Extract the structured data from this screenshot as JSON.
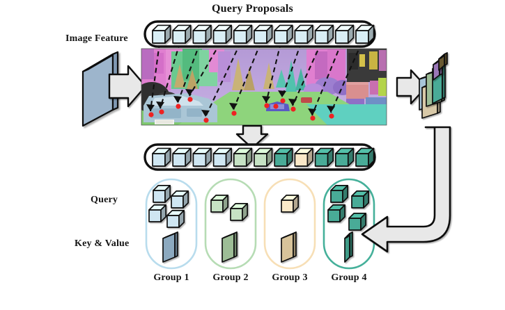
{
  "figure": {
    "title": "Query Proposals",
    "type": "architecture-diagram"
  },
  "labels": {
    "image_feature": "Image Feature",
    "query": "Query",
    "key_and_value": "Key & Value"
  },
  "groups": [
    {
      "label": "Group 1",
      "color": "#cfe6f2",
      "plate_color": "#8ca9bf",
      "outline": "#b8dced",
      "cube_count": 4
    },
    {
      "label": "Group 2",
      "color": "#c6e2c4",
      "plate_color": "#9dbd96",
      "outline": "#b6dcb4",
      "cube_count": 2
    },
    {
      "label": "Group 3",
      "color": "#fae8c8",
      "plate_color": "#d7c39a",
      "outline": "#f7dfb6",
      "cube_count": 1
    },
    {
      "label": "Group 4",
      "color": "#4aab97",
      "plate_color": "#3f9c88",
      "outline": "#45b09a",
      "cube_count": 4
    }
  ],
  "proposal_row": {
    "count": 11,
    "cube_color": "#d9eef5"
  },
  "assigned_row": {
    "count": 11,
    "cube_colors": [
      "#cfe6f2",
      "#cfe6f2",
      "#cfe6f2",
      "#cfe6f2",
      "#c6e2c4",
      "#c6e2c4",
      "#4aab97",
      "#fae8c8",
      "#4aab97",
      "#4aab97",
      "#4aab97"
    ]
  },
  "scene": {
    "description": "segmented-street-scene",
    "keypoint_count": 11,
    "keypoint_color": "#ee2222"
  },
  "feature_stack": {
    "plate_colors": [
      "#a8c6da",
      "#d8c9a8",
      "#9dbd96",
      "#4aab97",
      "#9b78b8",
      "#6b5a33"
    ]
  },
  "colors": {
    "arrow_fill": "#e8e8e8",
    "arrow_stroke": "#111111",
    "input_plate": "#9db5cc",
    "outline": "#111111"
  }
}
